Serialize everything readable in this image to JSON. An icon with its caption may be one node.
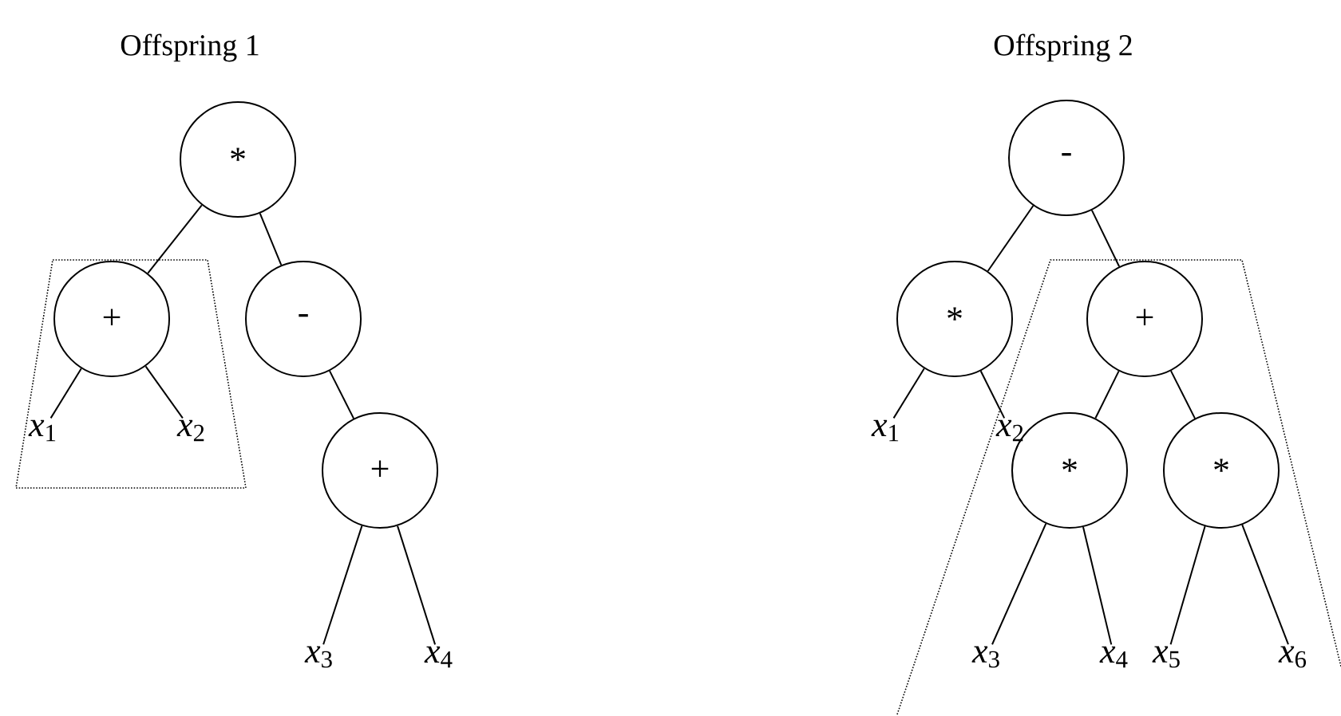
{
  "diagram": {
    "nodes": [
      {
        "text": [
          "*"
        ]
      },
      {
        "text": [
          "+"
        ]
      },
      {
        "text": [
          "-"
        ]
      },
      {
        "text": [
          "*x*$_{1}$"
        ]
      },
      {
        "text": [
          "*x*$_{2}$"
        ]
      },
      {
        "text": [
          "+"
        ]
      },
      {
        "text": [
          "*x*$_{3}$"
        ]
      },
      {
        "text": [
          "*x*$_{4}$"
        ]
      },
      {
        "text": [
          "-"
        ]
      },
      {
        "text": [
          "*"
        ]
      },
      {
        "text": [
          "+"
        ]
      },
      {
        "text": [
          "*x*$_{1}$"
        ]
      },
      {
        "text": [
          "*x*$_{2}$"
        ]
      },
      {
        "text": [
          "*"
        ]
      },
      {
        "text": [
          "*"
        ]
      },
      {
        "text": [
          "*x*$_{3}$"
        ]
      },
      {
        "text": [
          "*x*$_{4}$"
        ]
      },
      {
        "text": [
          "*x*$_{5}$"
        ]
      },
      {
        "text": [
          "*x*$_{6}$"
        ]
      }
    ],
    "edges": [
      {
        "from": 0,
        "to": 1,
        "arrow": "none"
      },
      {
        "from": 0,
        "to": 2,
        "arrow": "none"
      },
      {
        "from": 1,
        "to": 3,
        "arrow": "none"
      },
      {
        "from": 1,
        "to": 4,
        "arrow": "none"
      },
      {
        "from": 2,
        "to": 5,
        "arrow": "none"
      },
      {
        "from": 5,
        "to": 6,
        "arrow": "none"
      },
      {
        "from": 5,
        "to": 7,
        "arrow": "none"
      },
      {
        "from": 8,
        "to": 9,
        "arrow": "none"
      },
      {
        "from": 8,
        "to": 10,
        "arrow": "none"
      },
      {
        "from": 9,
        "to": 11,
        "arrow": "none"
      },
      {
        "from": 9,
        "to": 12,
        "arrow": "none"
      },
      {
        "from": 10,
        "to": 13,
        "arrow": "none"
      },
      {
        "from": 10,
        "to": 14,
        "arrow": "none"
      },
      {
        "from": 13,
        "to": 15,
        "arrow": "none"
      },
      {
        "from": 13,
        "to": 16,
        "arrow": "none"
      },
      {
        "from": 14,
        "to": 17,
        "arrow": "none"
      },
      {
        "from": 14,
        "to": 18,
        "arrow": "none"
      }
    ],
    "labels": [
      "Offspring 1",
      "Offspring 2"
    ]
  }
}
